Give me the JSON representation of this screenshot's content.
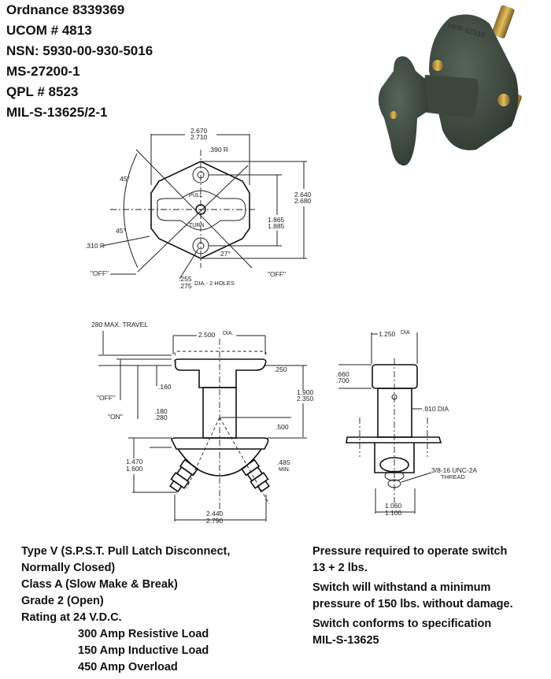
{
  "header": {
    "lines": [
      "Ordnance 8339369",
      "UCOM # 4813",
      "NSN: 5930-00-930-5016",
      "MS-27200-1",
      "QPL # 8523",
      "MIL-S-13625/2-1"
    ]
  },
  "photo": {
    "marking": "MFR-9ZS18",
    "body_color": "#3e4a40"
  },
  "top_view": {
    "width_dim": [
      "2.670",
      "2.710"
    ],
    "radius_top": ".390 R",
    "angle_upper": "45°",
    "angle_lower": "45°",
    "radius_side": ".310 R",
    "height_outer": [
      "2.640",
      "2.680"
    ],
    "hole_spacing": [
      "1.865",
      "1.885"
    ],
    "angle_27": "27°",
    "off_left": "\"OFF\"",
    "off_right": "\"OFF\"",
    "holes": [
      ".255",
      ".275"
    ],
    "holes_label": "DIA.- 2 HOLES",
    "pull_label": "PULL",
    "turn_label": "TURN"
  },
  "side_view": {
    "travel": "280 MAX. TRAVEL",
    "knob_dia": "2.500",
    "knob_dia_unit": "DIA.",
    "dim_250": ".250",
    "dim_160": ".160",
    "height": [
      "1.900",
      "2.350"
    ],
    "off": "\"OFF\"",
    "on": "\"ON\"",
    "dim_180": [
      ".180",
      ".280"
    ],
    "dim_500": ".500",
    "depth": [
      "1.470",
      "1.600"
    ],
    "min": [
      ".485",
      "MIN."
    ],
    "span": [
      "2.440",
      "2.790"
    ]
  },
  "end_view": {
    "knob_dia": "1.250",
    "knob_dia_unit": "DIA",
    "knob_h": [
      ".660",
      ".700"
    ],
    "stem_dia": ".910 DIA",
    "thread": [
      "3/8-16 UNC-2A",
      "THREAD"
    ],
    "base": [
      "1.060",
      "1.100"
    ]
  },
  "specs_left": {
    "type": "Type V (S.P.S.T. Pull Latch Disconnect,",
    "type2": "Normally Closed)",
    "class": "Class A (Slow Make & Break)",
    "grade": "Grade 2 (Open)",
    "rating": "Rating at 24 V.D.C.",
    "loads": [
      "300 Amp Resistive Load",
      "150 Amp Inductive Load",
      "450 Amp Overload"
    ]
  },
  "specs_right": {
    "pressure": "Pressure required to operate switch",
    "pressure_val": "13 + 2 lbs.",
    "withstand": "Switch will withstand a minimum",
    "withstand2": "pressure of 150 lbs. without damage.",
    "conforms": "Switch conforms to specification",
    "spec": "MIL-S-13625"
  }
}
